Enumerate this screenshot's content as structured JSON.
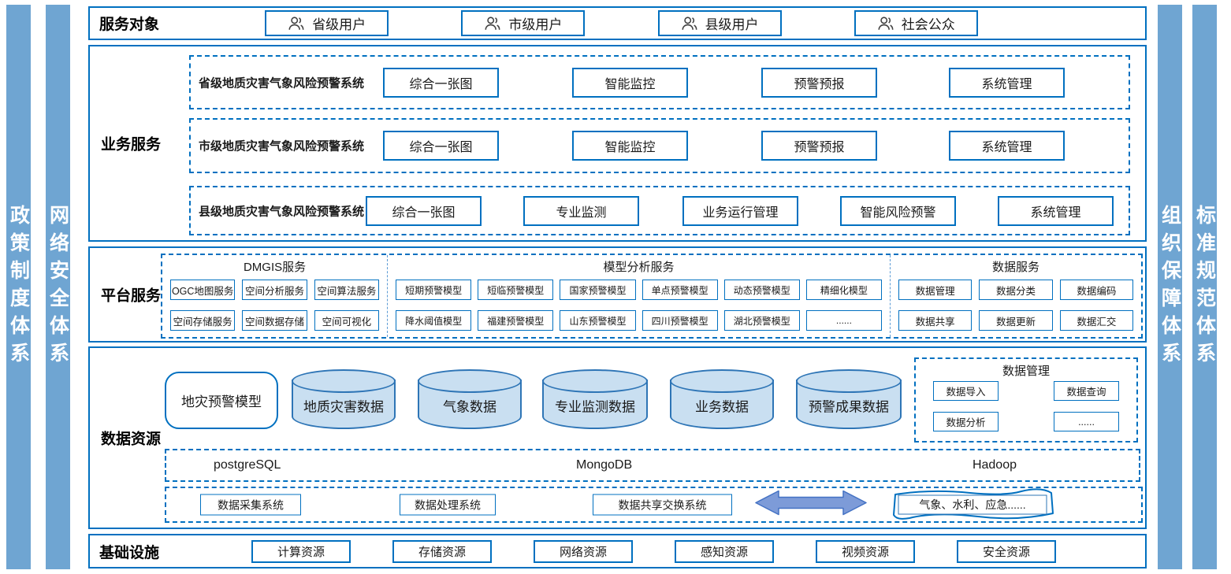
{
  "colors": {
    "accent_blue": "#0070C0",
    "side_bar_blue": "#6FA5D2",
    "cylinder_fill": "#C9DFF1",
    "cylinder_border": "#2E75B6",
    "arrow_fill": "#7D9BD8",
    "arrow_border": "#4472C4"
  },
  "side_bars": {
    "left": [
      "政策制度体系",
      "网络安全体系"
    ],
    "right": [
      "组织保障体系",
      "标准规范体系"
    ]
  },
  "service_targets": {
    "label": "服务对象",
    "items": [
      "省级用户",
      "市级用户",
      "县级用户",
      "社会公众"
    ]
  },
  "business_services": {
    "label": "业务服务",
    "systems": [
      {
        "name": "省级地质灾害气象风险预警系统",
        "modules": [
          "综合一张图",
          "智能监控",
          "预警预报",
          "系统管理"
        ]
      },
      {
        "name": "市级地质灾害气象风险预警系统",
        "modules": [
          "综合一张图",
          "智能监控",
          "预警预报",
          "系统管理"
        ]
      },
      {
        "name": "县级地质灾害气象风险预警系统",
        "modules": [
          "综合一张图",
          "专业监测",
          "业务运行管理",
          "智能风险预警",
          "系统管理"
        ]
      }
    ]
  },
  "platform_services": {
    "label": "平台服务",
    "groups": [
      {
        "title": "DMGIS服务",
        "items": [
          "OGC地图服务",
          "空间分析服务",
          "空间算法服务",
          "空间存储服务",
          "空间数据存储",
          "空间可视化"
        ]
      },
      {
        "title": "模型分析服务",
        "items": [
          "短期预警模型",
          "短临预警模型",
          "国家预警模型",
          "单点预警模型",
          "动态预警模型",
          "精细化模型",
          "降水阈值模型",
          "福建预警模型",
          "山东预警模型",
          "四川预警模型",
          "湖北预警模型",
          "......"
        ]
      },
      {
        "title": "数据服务",
        "items": [
          "数据管理",
          "数据分类",
          "数据编码",
          "数据共享",
          "数据更新",
          "数据汇交"
        ]
      }
    ]
  },
  "data_resources": {
    "label": "数据资源",
    "model_box": "地灾预警模型",
    "cylinders": [
      "地质灾害数据",
      "气象数据",
      "专业监测数据",
      "业务数据",
      "预警成果数据"
    ],
    "data_management": {
      "title": "数据管理",
      "items": [
        "数据导入",
        "数据查询",
        "数据分析",
        "......"
      ]
    },
    "databases": [
      "postgreSQL",
      "MongoDB",
      "Hadoop"
    ],
    "systems": [
      "数据采集系统",
      "数据处理系统",
      "数据共享交换系统"
    ],
    "external": "气象、水利、应急......"
  },
  "infrastructure": {
    "label": "基础设施",
    "items": [
      "计算资源",
      "存储资源",
      "网络资源",
      "感知资源",
      "视频资源",
      "安全资源"
    ]
  }
}
